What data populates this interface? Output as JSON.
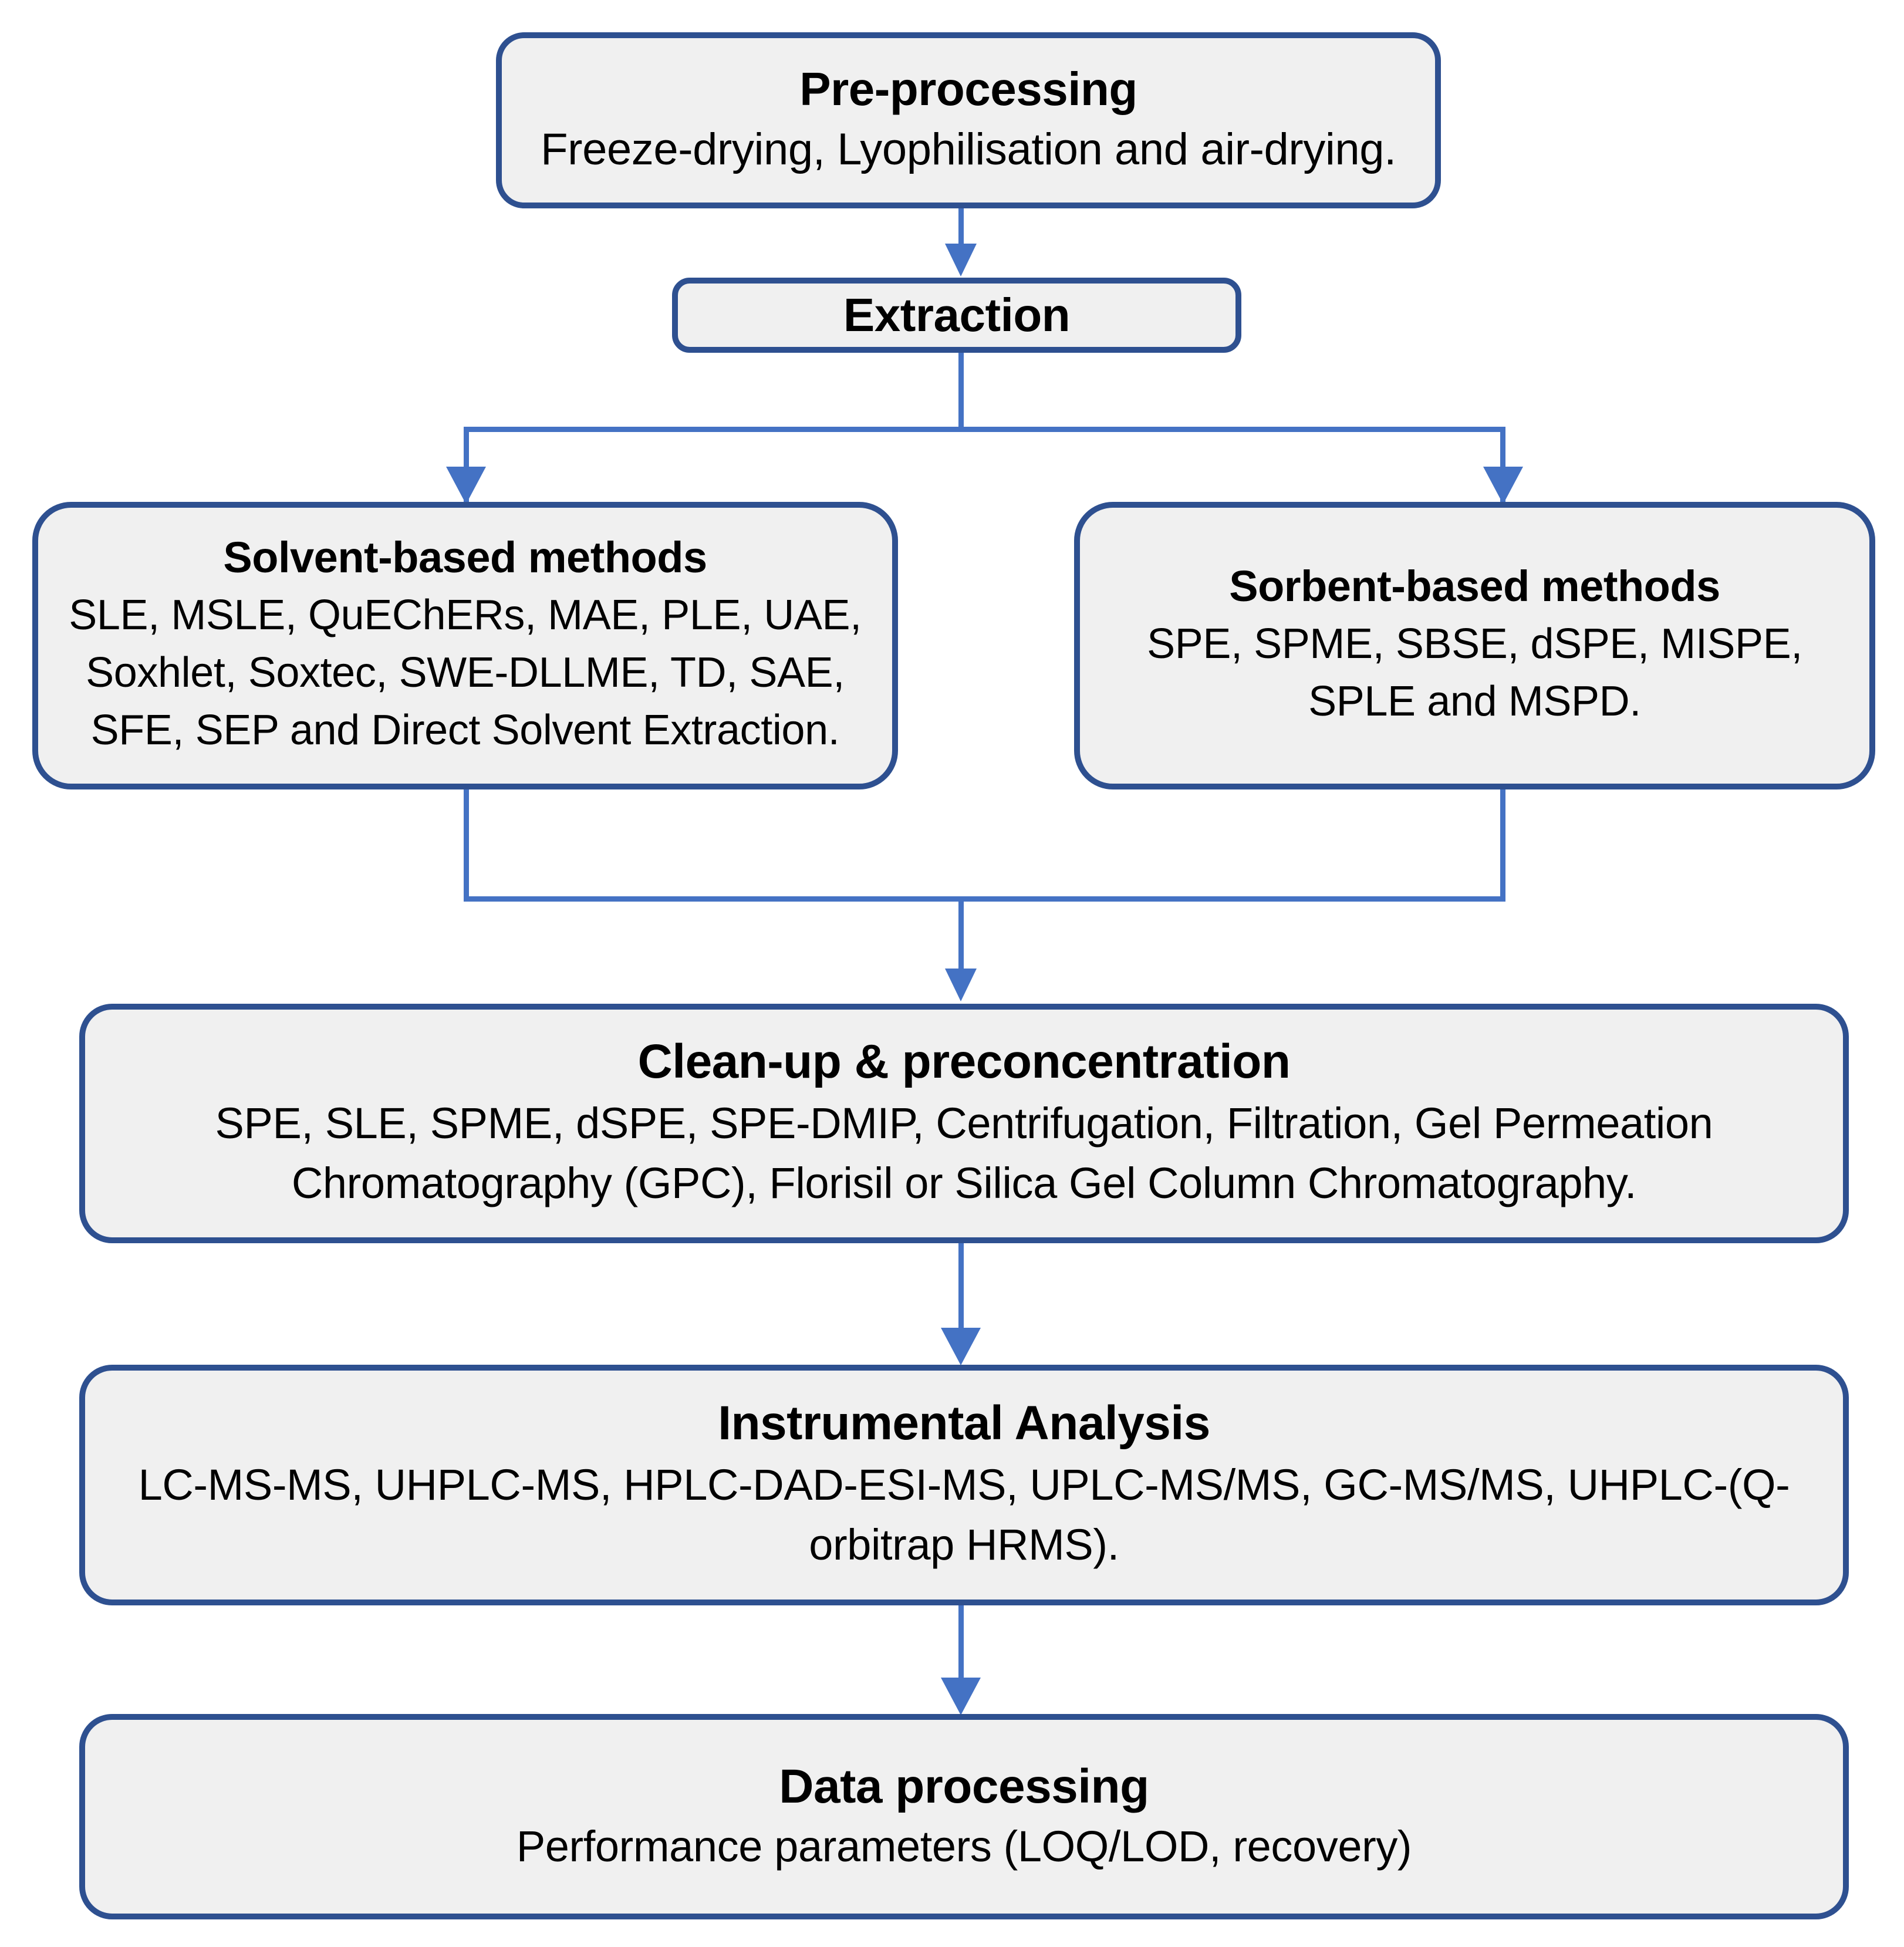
{
  "diagram": {
    "title": "Analytical workflow flowchart",
    "colors": {
      "node_border": "#2E5090",
      "node_fill": "#F0F0F0",
      "connector": "#4472C4",
      "text": "#000000",
      "background": "#FFFFFF"
    },
    "nodes": {
      "pre_processing": {
        "title": "Pre-processing",
        "body": "Freeze-drying, Lyophilisation and air-drying."
      },
      "extraction": {
        "title": "Extraction",
        "body": ""
      },
      "solvent_based": {
        "title": "Solvent-based methods",
        "body": "SLE, MSLE, QuEChERs, MAE, PLE, UAE, Soxhlet, Soxtec, SWE-DLLME, TD, SAE, SFE, SEP and Direct Solvent Extraction."
      },
      "sorbent_based": {
        "title": "Sorbent-based methods",
        "body": "SPE, SPME, SBSE, dSPE, MISPE, SPLE and MSPD."
      },
      "cleanup": {
        "title": "Clean-up & preconcentration",
        "body": "SPE, SLE, SPME, dSPE, SPE-DMIP, Centrifugation, Filtration, Gel Permeation Chromatography (GPC), Florisil or Silica Gel Column Chromatography."
      },
      "instrumental": {
        "title": "Instrumental Analysis",
        "body": "LC-MS-MS, UHPLC-MS, HPLC-DAD-ESI-MS, UPLC-MS/MS, GC-MS/MS, UHPLC-(Q-orbitrap HRMS)."
      },
      "data_processing": {
        "title": "Data processing",
        "body": "Performance parameters (LOQ/LOD, recovery)"
      }
    },
    "edges": [
      {
        "from": "pre_processing",
        "to": "extraction",
        "type": "arrow-down"
      },
      {
        "from": "extraction",
        "to": "solvent_based",
        "type": "split-arrow-left"
      },
      {
        "from": "extraction",
        "to": "sorbent_based",
        "type": "split-arrow-right"
      },
      {
        "from": "solvent_based",
        "to": "cleanup",
        "type": "merge-arrow-down"
      },
      {
        "from": "sorbent_based",
        "to": "cleanup",
        "type": "merge-arrow-down"
      },
      {
        "from": "cleanup",
        "to": "instrumental",
        "type": "arrow-down"
      },
      {
        "from": "instrumental",
        "to": "data_processing",
        "type": "arrow-down"
      }
    ]
  }
}
